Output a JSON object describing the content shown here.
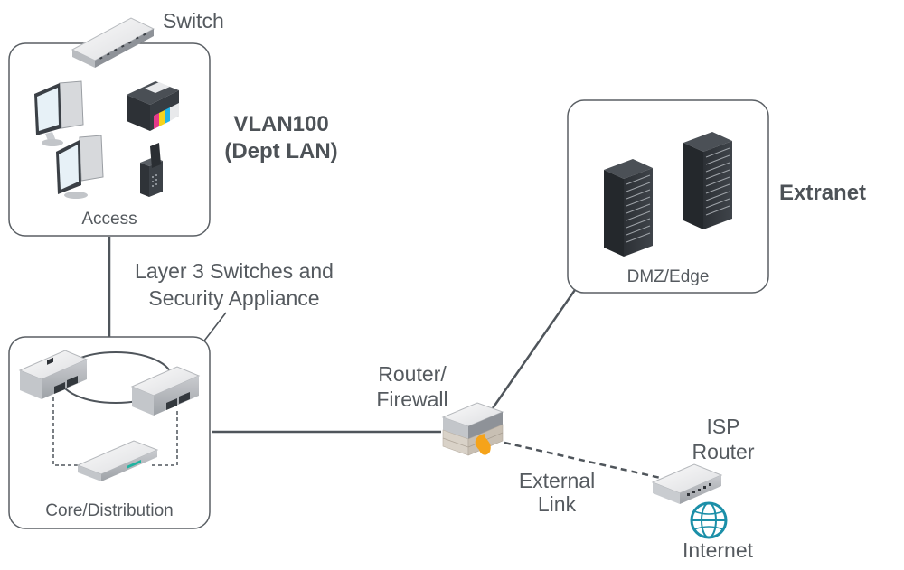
{
  "zones": {
    "access": "Access",
    "core": "Core/Distribution",
    "dmz": "DMZ/Edge"
  },
  "labels": {
    "switch": "Switch",
    "vlan_line1": "VLAN100",
    "vlan_line2": "(Dept LAN)",
    "l3_line1": "Layer 3 Switches and",
    "l3_line2": "Security Appliance",
    "router_line1": "Router/",
    "router_line2": "Firewall",
    "extranet": "Extranet",
    "isp_line1": "ISP",
    "isp_line2": "Router",
    "external_line1": "External",
    "external_line2": "Link",
    "internet": "Internet"
  },
  "colors": {
    "line": "#4f555b",
    "box_stroke": "#5a5f64",
    "text": "#555a5f",
    "firewall_orange": "#f5a31a",
    "internet_teal": "#1b8fa8"
  },
  "icons": [
    "switch-icon",
    "monitor-icon",
    "printer-icon",
    "phone-icon",
    "server-rack-icon",
    "l3-switch-icon",
    "appliance-icon",
    "firewall-router-icon",
    "isp-router-icon",
    "globe-icon"
  ]
}
